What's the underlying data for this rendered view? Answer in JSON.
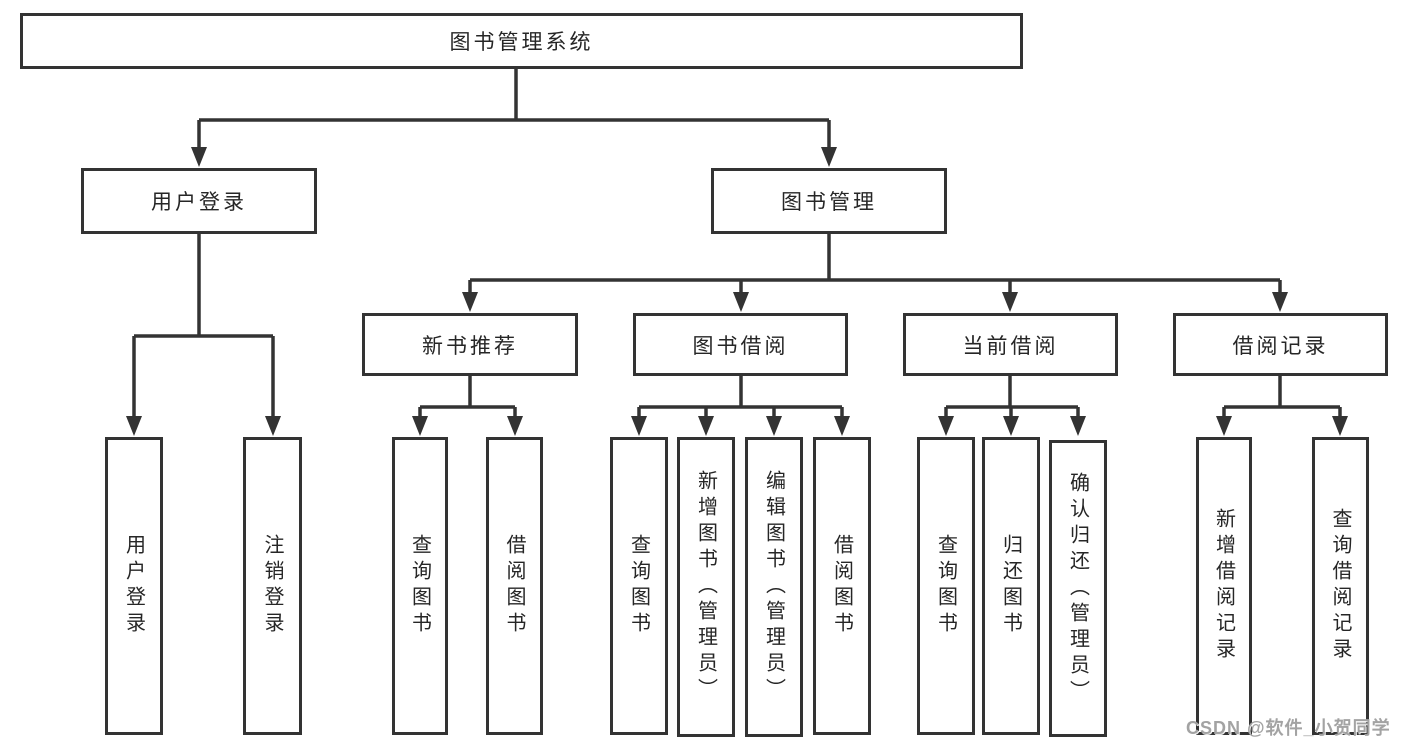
{
  "colors": {
    "line": "#333333",
    "box_bg": "#ffffff",
    "text": "#262626",
    "watermark": "#a3a3a3"
  },
  "watermark": {
    "text": "CSDN @软件_小贺同学"
  },
  "tree": {
    "label": "图书管理系统",
    "children": [
      {
        "label": "用户登录",
        "children": [
          {
            "label": "用户登录"
          },
          {
            "label": "注销登录"
          }
        ]
      },
      {
        "label": "图书管理",
        "children": [
          {
            "label": "新书推荐",
            "children": [
              {
                "label": "查询图书"
              },
              {
                "label": "借阅图书"
              }
            ]
          },
          {
            "label": "图书借阅",
            "children": [
              {
                "label": "查询图书"
              },
              {
                "label": "新增图书（管理员）"
              },
              {
                "label": "编辑图书（管理员）"
              },
              {
                "label": "借阅图书"
              }
            ]
          },
          {
            "label": "当前借阅",
            "children": [
              {
                "label": "查询图书"
              },
              {
                "label": "归还图书"
              },
              {
                "label": "确认归还（管理员）"
              }
            ]
          },
          {
            "label": "借阅记录",
            "children": [
              {
                "label": "新增借阅记录"
              },
              {
                "label": "查询借阅记录"
              }
            ]
          }
        ]
      }
    ]
  }
}
